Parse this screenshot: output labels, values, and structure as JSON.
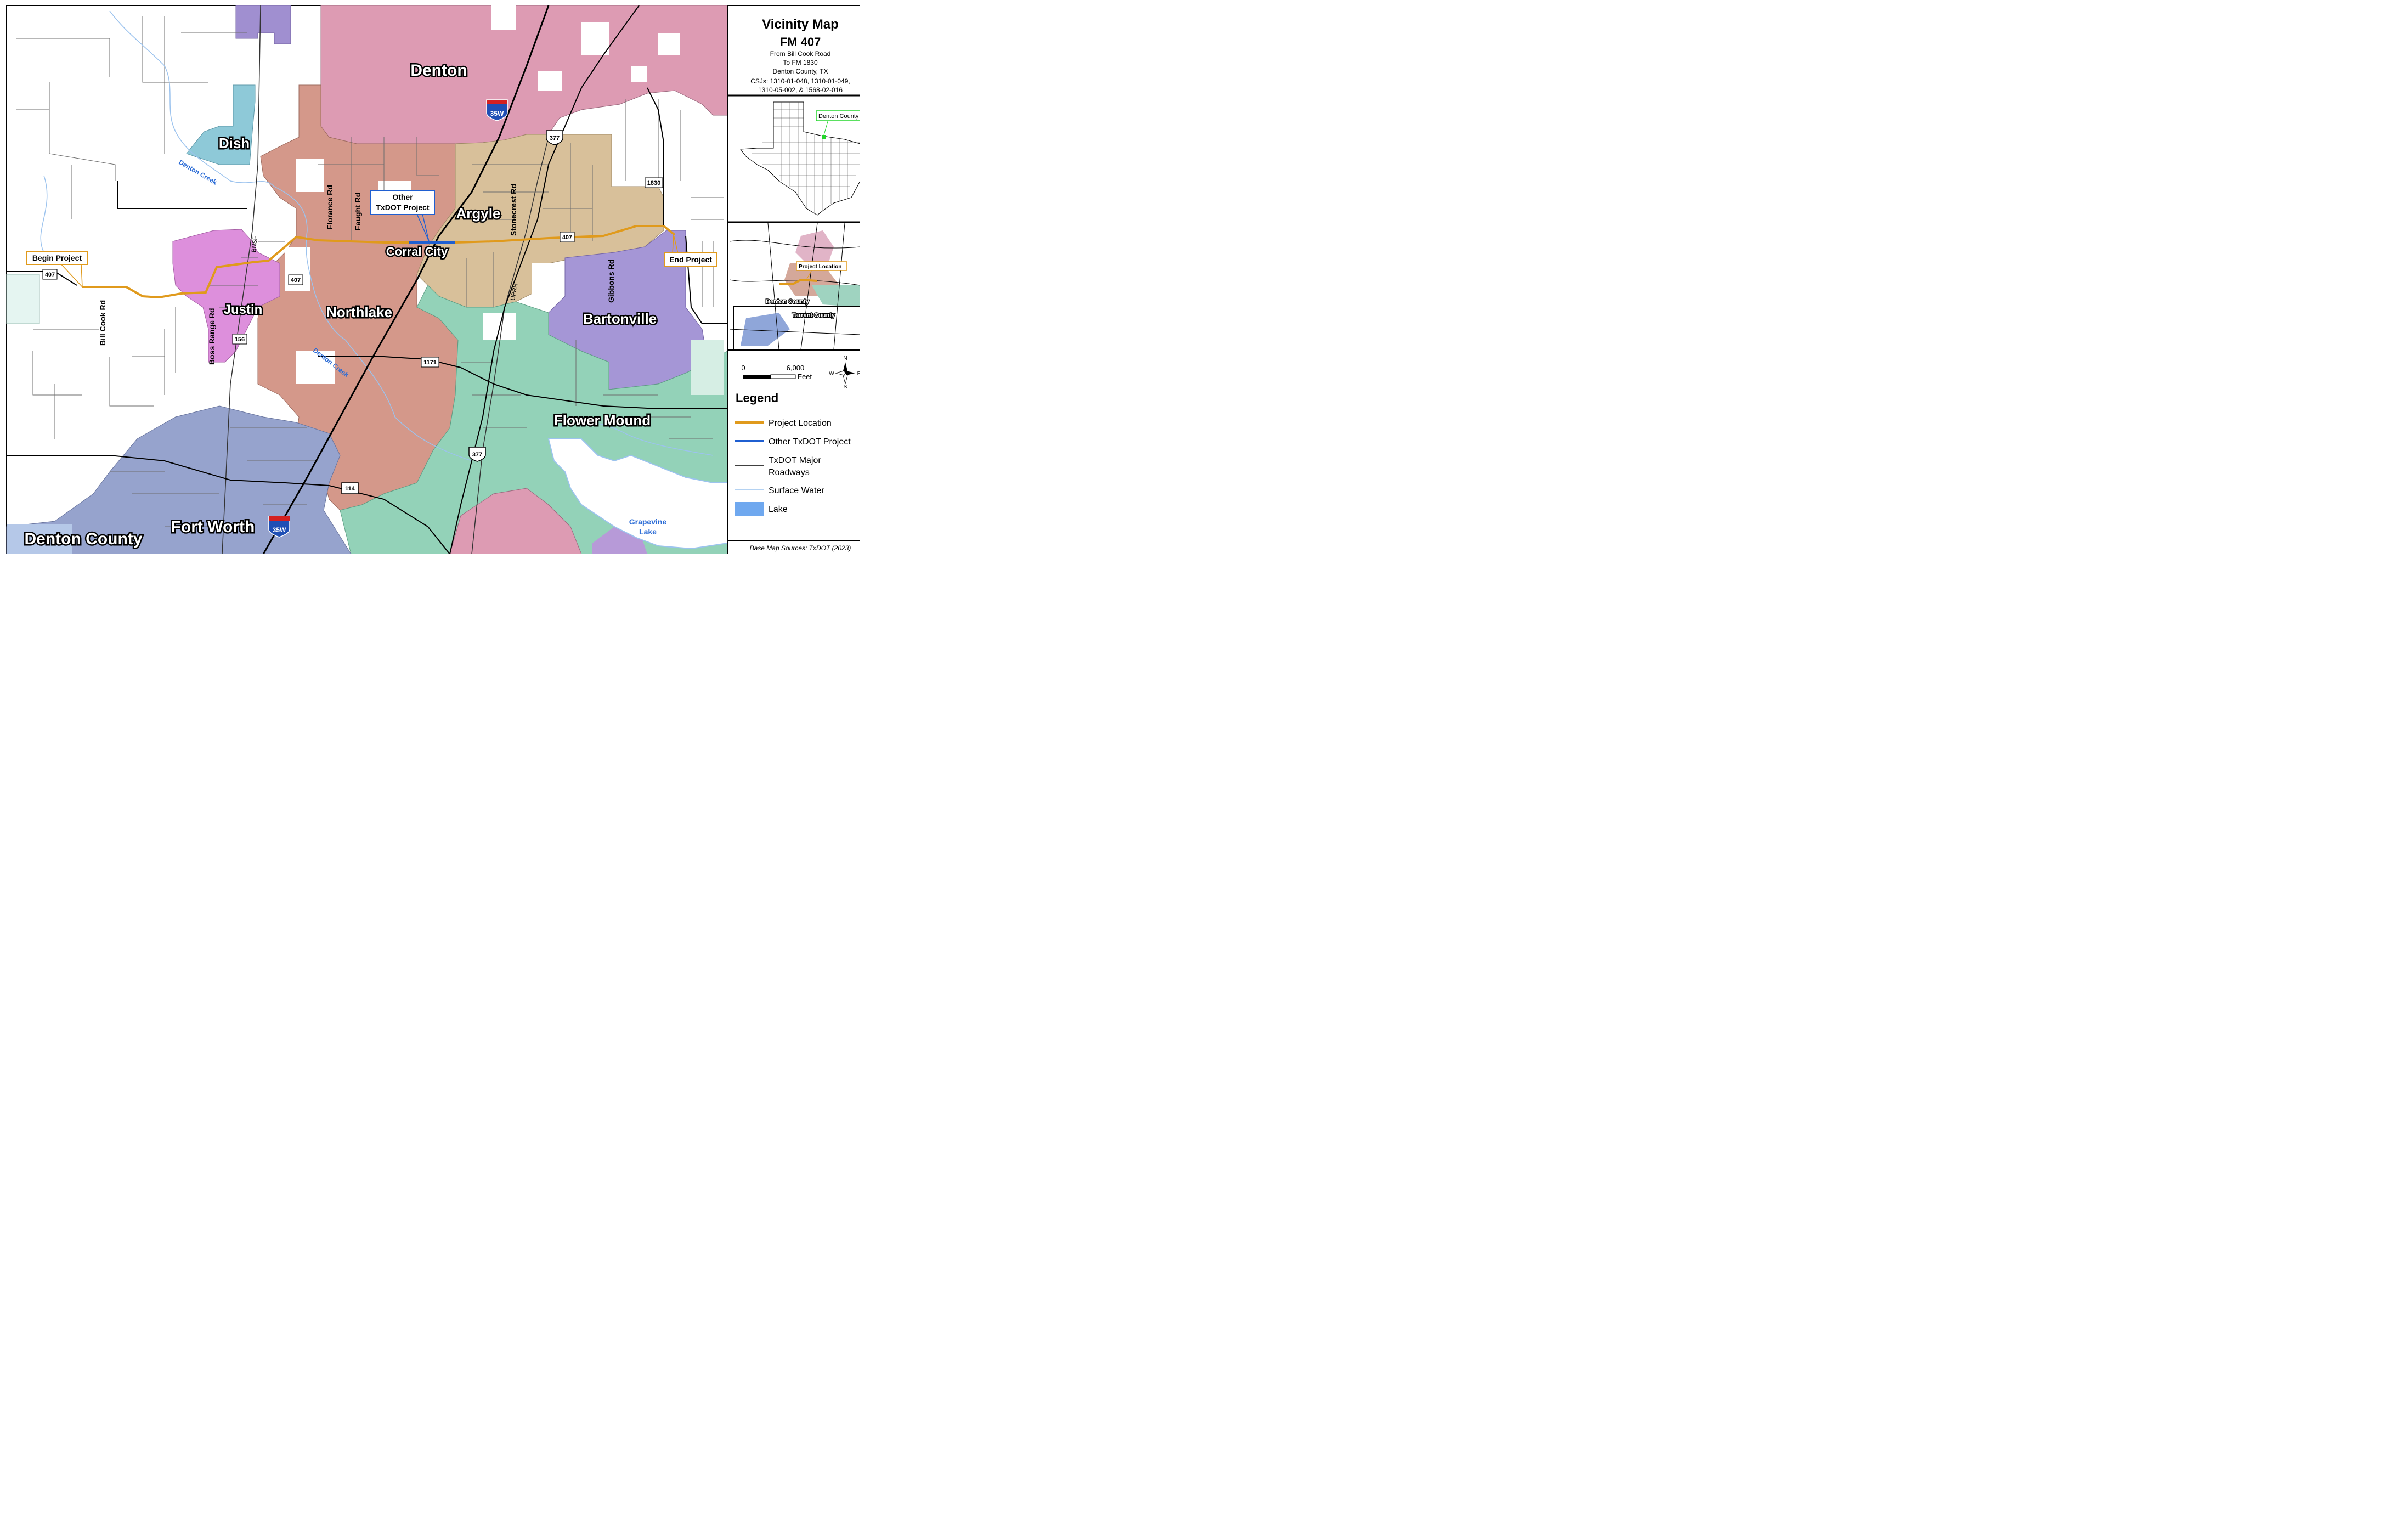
{
  "title": {
    "main": "Vicinity Map",
    "sub": "FM 407",
    "line1": "From Bill Cook Road",
    "line2": "To FM 1830",
    "line3": "Denton County, TX",
    "csj1": "CSJs: 1310-01-048, 1310-01-049,",
    "csj2": "1310-05-002, & 1568-02-016"
  },
  "inset_texas": {
    "label": "Denton County"
  },
  "inset_region": {
    "project_label": "Project Location",
    "county1": "Denton County",
    "county2": "Tarrant County"
  },
  "scale": {
    "zero": "0",
    "value": "6,000",
    "unit": "Feet"
  },
  "compass": {
    "n": "N",
    "s": "S",
    "e": "E",
    "w": "W"
  },
  "legend": {
    "title": "Legend",
    "items": [
      {
        "label": "Project Location",
        "color": "#e09a1c"
      },
      {
        "label": "Other TxDOT Project",
        "color": "#1f5fd1"
      },
      {
        "label": "TxDOT Major",
        "label2": "Roadways",
        "color": "#000000"
      },
      {
        "label": "Surface Water",
        "color": "#9cc3ee"
      },
      {
        "label": "Lake",
        "color": "#6fa8ef"
      }
    ]
  },
  "source": "Base Map Sources: TxDOT (2023)",
  "cities": {
    "denton": "Denton",
    "dish": "Dish",
    "argyle": "Argyle",
    "corral_city": "Corral City",
    "justin": "Justin",
    "northlake": "Northlake",
    "bartonville": "Bartonville",
    "flower_mound": "Flower Mound",
    "fort_worth": "Fort Worth",
    "denton_county": "Denton County"
  },
  "roads": {
    "florance": "Florance Rd",
    "faught": "Faught Rd",
    "stonecrest": "Stonecrest Rd",
    "gibbons": "Gibbons Rd",
    "bill_cook": "Bill Cook Rd",
    "boss_range": "Boss Range Rd",
    "bnsf": "BNSF",
    "uprr": "UPRR"
  },
  "water": {
    "creek1": "Denton Creek",
    "creek2": "Denton Creek",
    "lake1": "Grapevine",
    "lake2": "Lake"
  },
  "shields": {
    "fm407a": "407",
    "fm407b": "407",
    "fm407c": "407",
    "fm1830": "1830",
    "fm156": "156",
    "fm1171": "1171",
    "us377a": "377",
    "us377b": "377",
    "sh114": "114",
    "i35w_a": "35W",
    "i35w_b": "35W"
  },
  "callouts": {
    "begin": "Begin Project",
    "end": "End Project",
    "other1": "Other",
    "other2": "TxDOT Project"
  }
}
